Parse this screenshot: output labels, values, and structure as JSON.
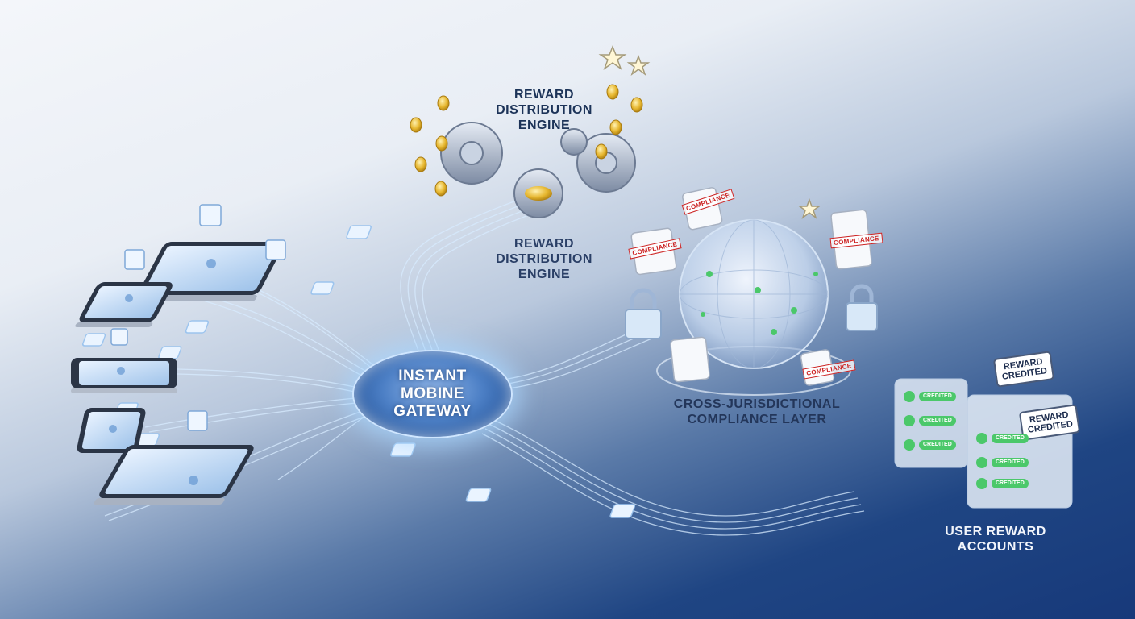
{
  "labels": {
    "reward_engine_top": "REWARD\nDISTRIBUTION\nENGINE",
    "reward_engine_mid": "REWARD\nDISTRIBUTION\nENGINE",
    "gateway": "INSTANT\nMOBINE\nGATEWAY",
    "compliance_layer": "CROSS-JURISDICTIONAL\nCOMPLIANCE LAYER",
    "user_accounts": "USER REWARD\nACCOUNTS"
  },
  "badges": [
    "REWARD\nCREDITED",
    "REWARD\nCREDITED"
  ],
  "stamps": [
    "COMPLIANCE",
    "COMPLIANCE",
    "COMPLIANCE",
    "COMPLIANCE"
  ],
  "account_pills": [
    "CREDITED",
    "CREDITED",
    "CREDITED",
    "CREDITED",
    "CREDITED",
    "CREDITED"
  ],
  "colors": {
    "accent_glow": "#bfe0ff",
    "navy": "#17397a",
    "gold": "#e6b62e",
    "credit_green": "#4bc86a",
    "stamp_red": "#cc2222"
  },
  "icons": [
    "smartphone-icon",
    "tablet-icon",
    "chip-icon",
    "user-icon",
    "gear-icon",
    "coin-icon",
    "star-icon",
    "globe-icon",
    "padlock-icon",
    "scroll-icon"
  ]
}
